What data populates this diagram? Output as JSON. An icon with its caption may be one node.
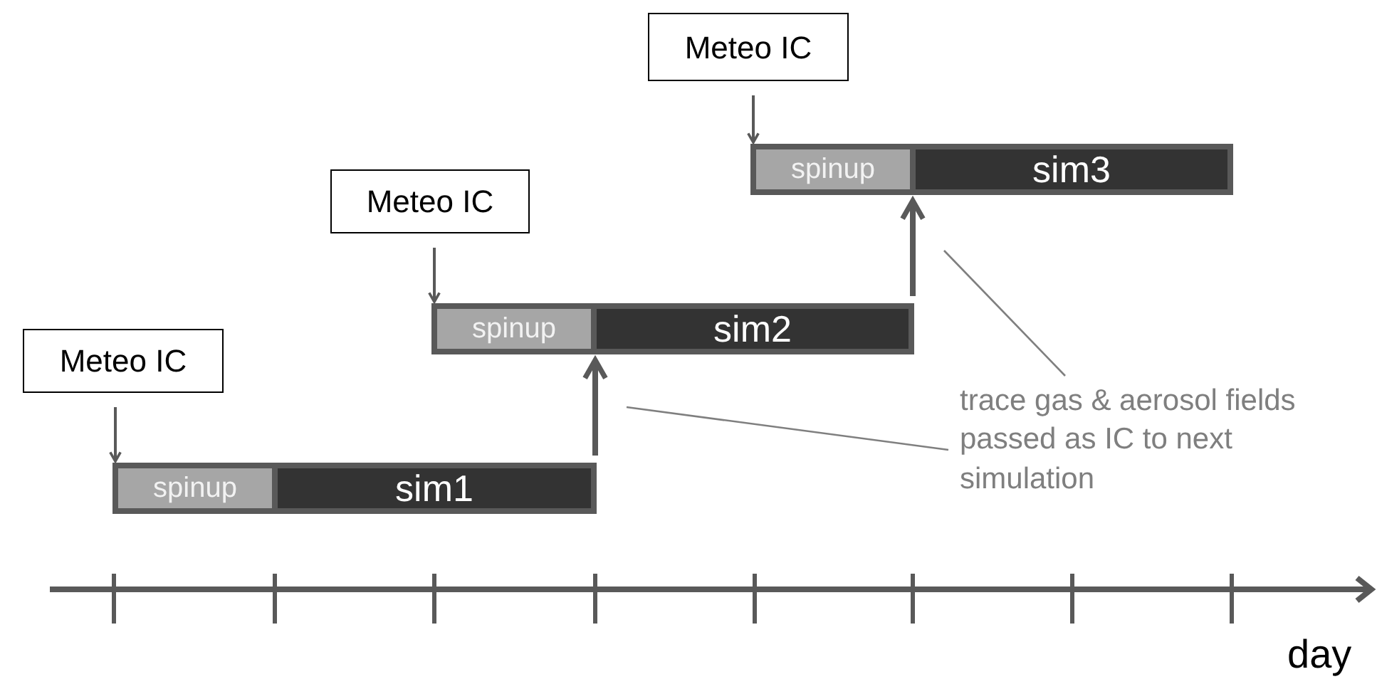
{
  "diagram": {
    "nodes": [
      {
        "text": [
          "Meteo IC"
        ]
      },
      {
        "text": [],
        "shape": "bar"
      },
      {
        "text": [
          "spinup"
        ],
        "in": 1
      },
      {
        "text": [
          "sim1"
        ],
        "in": 1
      },
      {
        "text": [
          "Meteo IC"
        ]
      },
      {
        "text": [],
        "shape": "bar"
      },
      {
        "text": [
          "spinup"
        ],
        "in": 5
      },
      {
        "text": [
          "sim2"
        ],
        "in": 5
      },
      {
        "text": [
          "Meteo IC"
        ]
      },
      {
        "text": [],
        "shape": "bar"
      },
      {
        "text": [
          "spinup"
        ],
        "in": 9
      },
      {
        "text": [
          "sim3"
        ],
        "in": 9
      },
      {
        "text": [
          "trace gas & aerosol fields passed as IC to next simulation"
        ]
      }
    ],
    "edges": [
      {
        "from": 0,
        "to": 1,
        "arrow": "to"
      },
      {
        "from": 4,
        "to": 5,
        "arrow": "to"
      },
      {
        "from": 8,
        "to": 9,
        "arrow": "to"
      },
      {
        "from": 1,
        "to": 5,
        "arrow": "to",
        "style": "thick"
      },
      {
        "from": 5,
        "to": 9,
        "arrow": "to",
        "style": "thick"
      },
      {
        "from": 12,
        "to": null,
        "arrow": "none",
        "color": "#7f7f7f"
      },
      {
        "from": 12,
        "to": null,
        "arrow": "none",
        "color": "#7f7f7f"
      }
    ],
    "labels": [
      "day"
    ]
  }
}
